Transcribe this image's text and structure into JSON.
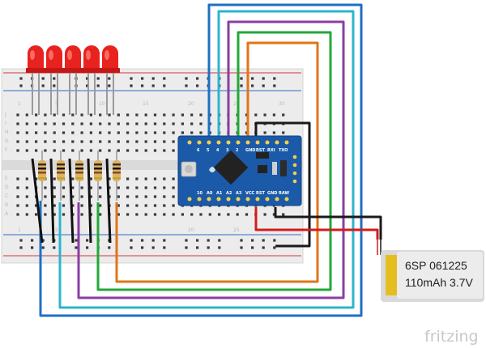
{
  "breadboard": {
    "column_labels": [
      "1",
      "5",
      "10",
      "15",
      "20",
      "25",
      "30"
    ],
    "row_labels_top": [
      "J",
      "I",
      "H",
      "G",
      "F"
    ],
    "row_labels_bottom": [
      "E",
      "D",
      "C",
      "B",
      "A"
    ]
  },
  "leds": {
    "count": 5,
    "color": "#e8221f"
  },
  "resistors": {
    "count": 5
  },
  "board": {
    "top_pins": [
      "6",
      "5",
      "4",
      "3",
      "2",
      "GND",
      "RST",
      "RXI",
      "TXO"
    ],
    "bottom_pins": [
      "10",
      "A0",
      "A1",
      "A2",
      "A3",
      "VCC",
      "RST",
      "GND",
      "RAW"
    ],
    "chip_labels": [
      "",
      "",
      ""
    ]
  },
  "battery": {
    "line1": "6SP 061225",
    "line2": "110mAh 3.7V"
  },
  "brand": "fritzing",
  "wire_colors": {
    "blue": "#1f6fc4",
    "cyan": "#2cb5cc",
    "purple": "#8a3ea3",
    "green": "#22a838",
    "orange": "#e07518",
    "black": "#1a1a1a",
    "red": "#d41c1c"
  }
}
